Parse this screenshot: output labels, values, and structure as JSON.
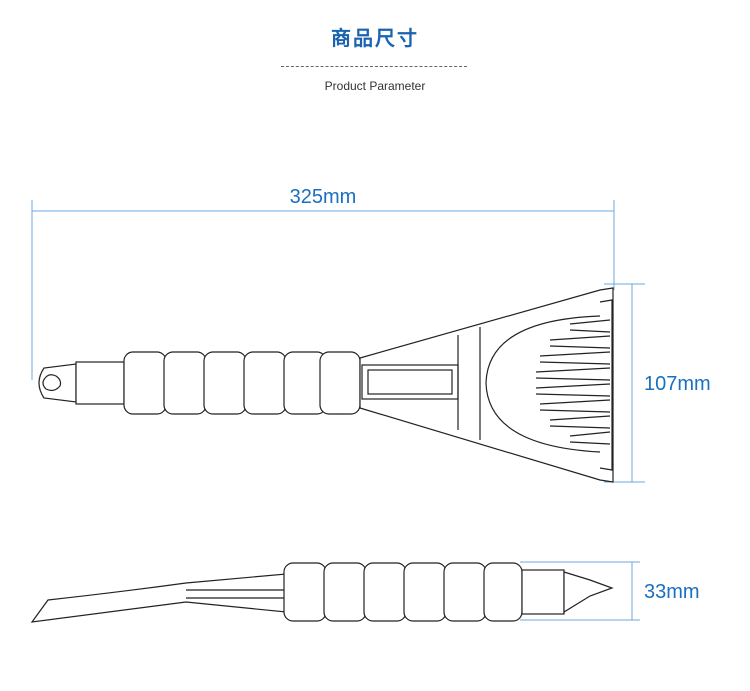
{
  "header": {
    "title": "商品尺寸",
    "subtitle": "Product Parameter"
  },
  "dimensions": {
    "length": "325mm",
    "width": "107mm",
    "thickness": "33mm"
  },
  "colors": {
    "accent": "#1a63b0",
    "dimension_line": "#6fa8dc",
    "outline": "#222222"
  }
}
